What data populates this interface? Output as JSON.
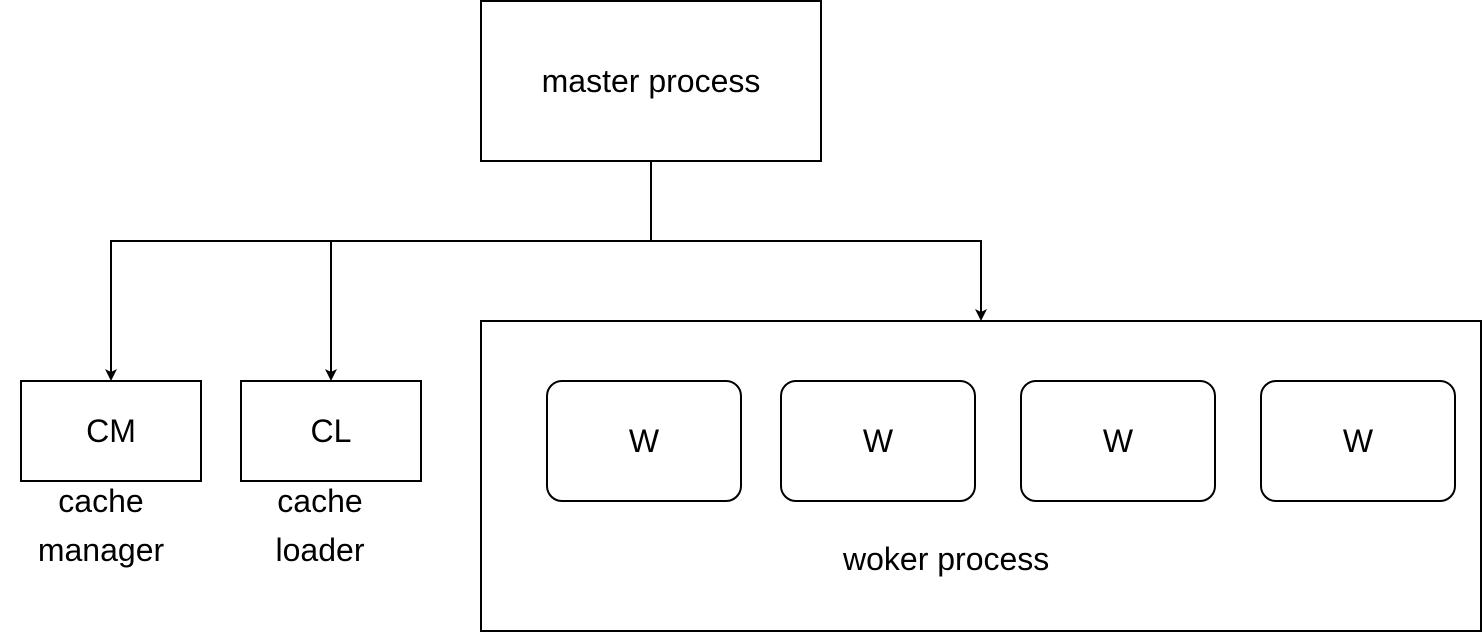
{
  "diagram": {
    "master": {
      "label": "master process"
    },
    "cache_manager": {
      "label": "CM",
      "caption_lines": [
        "cache",
        "manager"
      ]
    },
    "cache_loader": {
      "label": "CL",
      "caption_lines": [
        "cache",
        "loader"
      ]
    },
    "worker_group": {
      "label": "woker process",
      "workers": [
        {
          "label": "W"
        },
        {
          "label": "W"
        },
        {
          "label": "W"
        },
        {
          "label": "W"
        }
      ]
    },
    "edges": [
      {
        "from": "master",
        "to": "cache_manager"
      },
      {
        "from": "master",
        "to": "cache_loader"
      },
      {
        "from": "master",
        "to": "worker_group"
      }
    ],
    "colors": {
      "stroke": "#000000",
      "fill": "#ffffff",
      "text": "#000000"
    }
  }
}
